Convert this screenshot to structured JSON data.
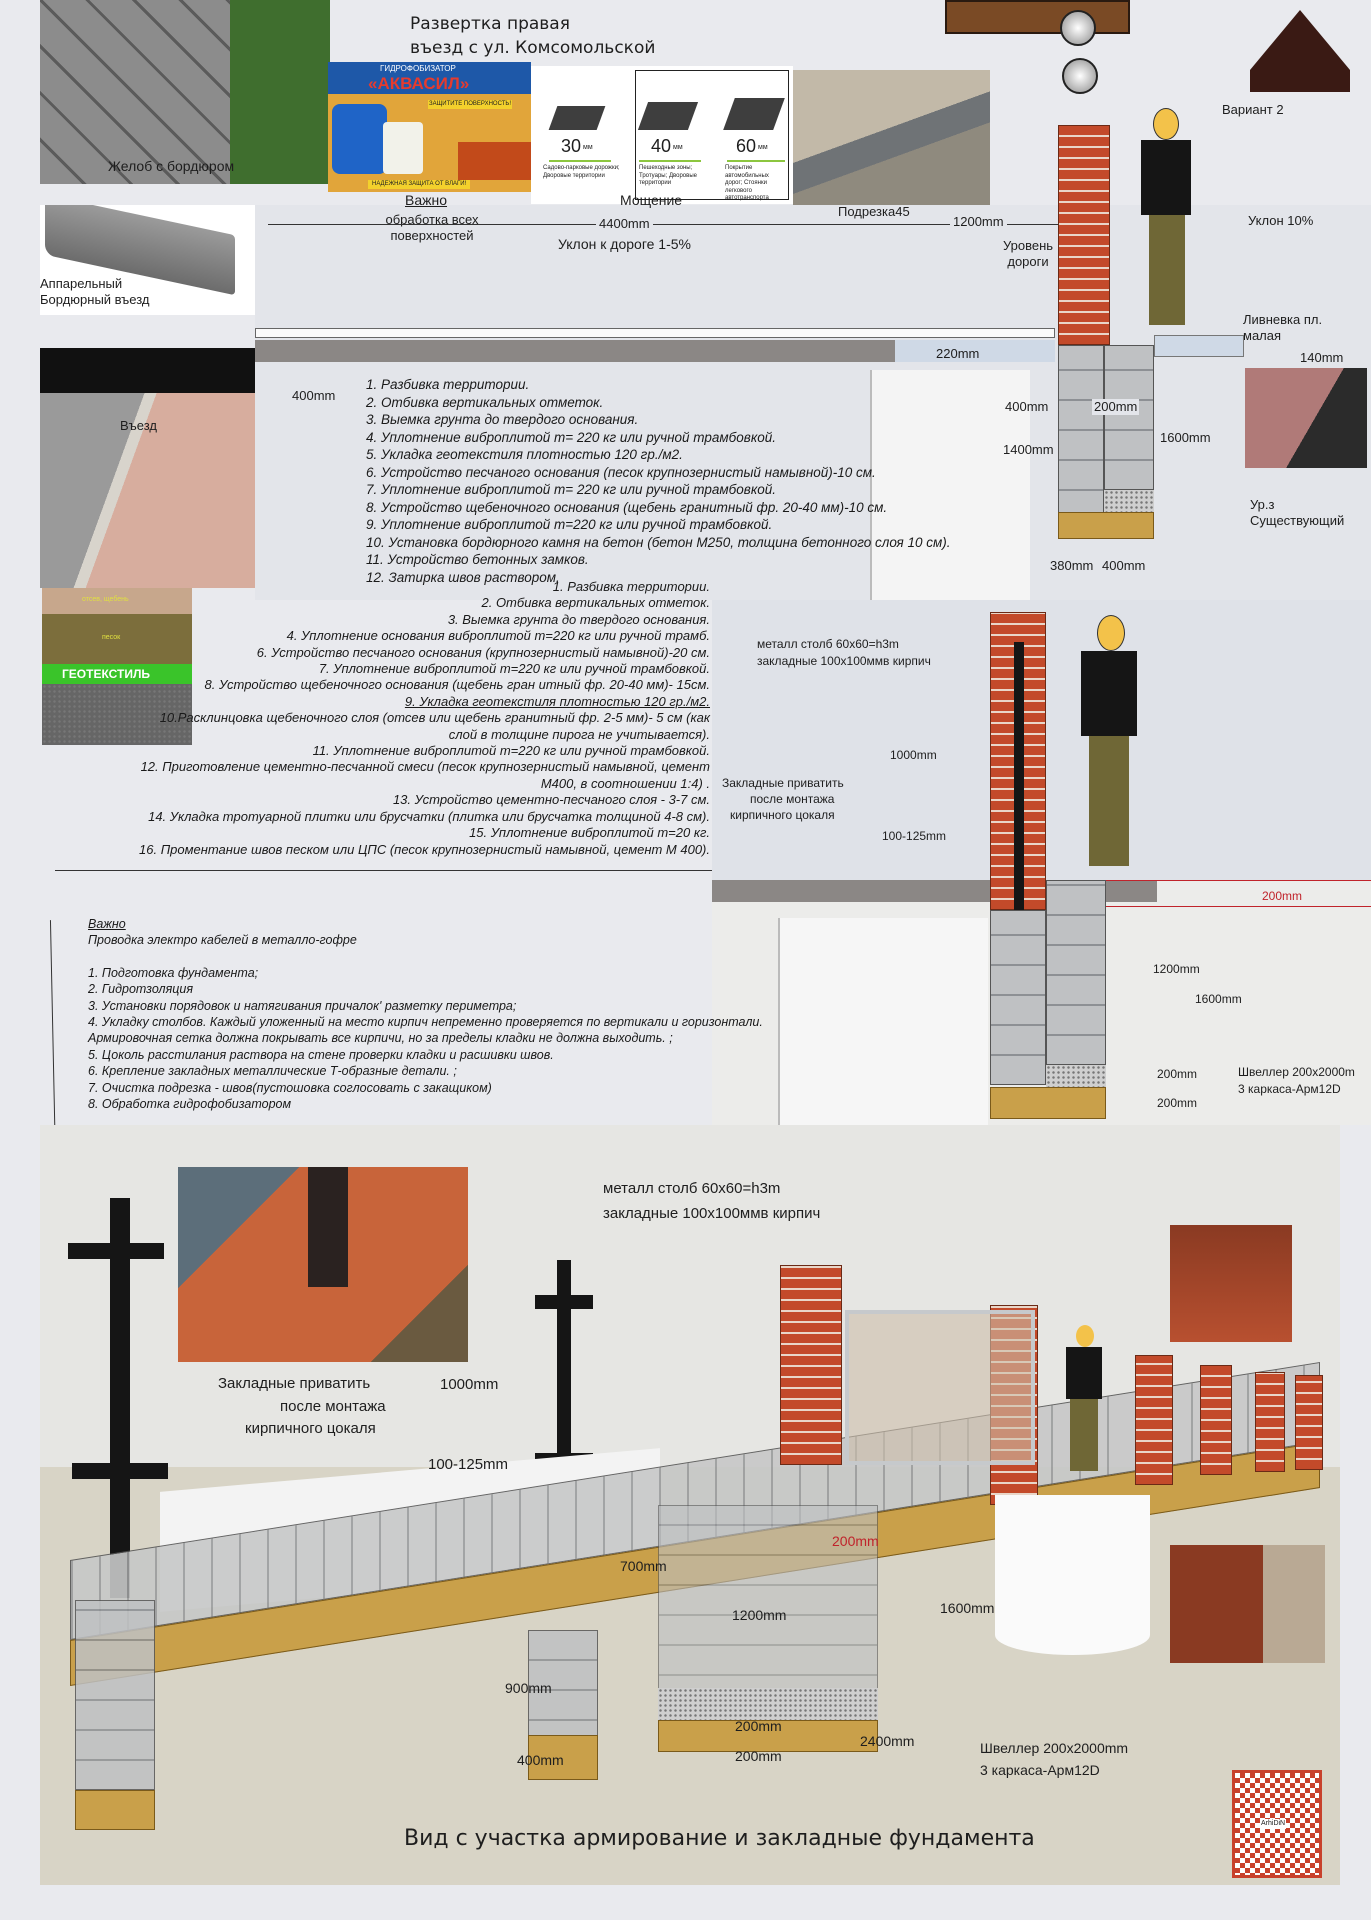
{
  "header": {
    "title_line1": "Развертка правая",
    "title_line2": "въезд с ул. Комсомольской",
    "variant": "Вариант 2"
  },
  "ad": {
    "brand_top": "ГИДРОФОБИЗАТОР",
    "brand": "«АКВАСИЛ»",
    "slogan": "ЗАЩИТИТЕ ПОВЕРХНОСТЬ!",
    "bottom": "НАДЕЖНАЯ ЗАЩИТА ОТ ВЛАГИ!"
  },
  "pavers": [
    {
      "thickness": "30",
      "unit": "мм",
      "use": "Садово-парковые дорожки; Дворовые территории"
    },
    {
      "thickness": "40",
      "unit": "мм",
      "use": "Пешеходные зоны; Тротуары; Дворовые территории"
    },
    {
      "thickness": "60",
      "unit": "мм",
      "use": "Покрытие автомобильных дорог; Стоянки легкового автотранспорта"
    }
  ],
  "labels": {
    "gutter": "Желоб с бордюром",
    "curb": "Аппарельный Бордюрный въезд",
    "entry": "Въезд",
    "important": "Важно",
    "treat": "обработка всех поверхностей",
    "paving": "Мощение",
    "trim": "Подрезка45",
    "slope_road": "Уклон к дороге 1-5%",
    "road_level": "Уровень дороги",
    "slope10": "Уклон 10%",
    "drain": "Ливневка пл. малая",
    "ground": "Ур.з Существующий",
    "geotextile": "ГЕОТЕКСТИЛЬ",
    "sand_label": "песок",
    "layer_label": "отсев, щебень",
    "post": "металл столб 60х60=h3m",
    "embeds": "закладные 100х100ммв кирпич",
    "weld1": "Закладные приватить",
    "weld2": "после монтажа",
    "weld3": "кирпичного цокаля",
    "channel1": "Швеллер 200х2000mm",
    "channel2": "3 каркаса-Арм12D",
    "channel1_mid": "Швеллер 200х2000m",
    "caption": "Вид с участка армирование и закладные фундамента",
    "qr_logo": "ArhiDiN"
  },
  "dims": {
    "d4400": "4400mm",
    "d1200": "1200mm",
    "d220": "220mm",
    "d400": "400mm",
    "d200": "200mm",
    "d1400": "1400mm",
    "d1600": "1600mm",
    "d140": "140mm",
    "d380": "380mm",
    "d1000": "1000mm",
    "d100_125": "100-125mm",
    "d700": "700mm",
    "d900": "900mm",
    "d2400": "2400mm"
  },
  "list1": [
    "1. Разбивка территории.",
    "2. Отбивка вертикальных отметок.",
    "3. Выемка грунта до твердого основания.",
    "4. Уплотнение виброплитой m= 220 кг или ручной трамбовкой.",
    "5. Укладка геотекстиля плотностью 120 гр./м2.",
    "6. Устройство песчаного основания (песок крупнозернистый намывной)-10 см.",
    "7. Уплотнение виброплитой m= 220 кг или ручной трамбовкой.",
    "8. Устройство щебеночного основания (щебень гранитный фр. 20-40 мм)-10 см.",
    "9. Уплотнение виброплитой m=220 кг или ручной трамбовкой.",
    "10. Установка бордюрного камня на бетон (бетон М250, толщина бетонного слоя 10 см).",
    "11. Устройство бетонных замков.",
    "12. Затирка швов раствором."
  ],
  "list2": [
    "1. Разбивка территории.",
    "2. Отбивка вертикальных отметок.",
    "3. Выемка грунта до твердого основания.",
    "4. Уплотнение основания виброплитой m=220 кг или ручной трамб.",
    "6. Устройство песчаного основания (крупнозернистый намывной)-20 см.",
    "7. Уплотнение виброплитой m=220 кг или ручной трамбовкой.",
    "8. Устройство щебеночного основания (щебень гран итный фр. 20-40 мм)- 15см.",
    "9. Укладка геотекстиля плотностью 120 гр./м2.",
    "10.Расклинцовка щебеночного слоя (отсев или щебень гранитный фр. 2-5 мм)- 5 см (как",
    "слой в толщине пирога не учитывается).",
    "11. Уплотнение виброплитой m=220 кг или ручной трамбовкой.",
    "12. Приготовление цементно-песчанной смеси (песок крупнозернистый намывной, цемент",
    "М400, в соотношении 1:4) .",
    "13. Устройство цементно-песчаного слоя - 3-7 см.",
    "14. Укладка тротуарной плитки или брусчатки (плитка или брусчатка толщиной 4-8 см).",
    "15. Уплотнение виброплитой m=20 кг.",
    "16. Проментание швов песком или ЦПС (песок крупнозернистый намывной, цемент М 400)."
  ],
  "list3": {
    "heading": "Важно",
    "subheading": "Проводка электро кабелей в металло-гофре",
    "items": [
      "1. Подготовка фундамента;",
      "2. Гидротзоляция",
      "3. Установки порядовок и натягивания причалок' разметку периметра;",
      "4. Укладку столбов. Каждый уложенный на место кирпич непременно проверяется по вертикали и горизонтали.",
      "Армировочная сетка должна покрывать все кирпичи, но за пределы кладки не должна выходить. ;",
      "5. Цоколь расстилания раствора на стене проверки   кладки и расшивки швов.",
      "6. Крепление закладных  металлические Т-образные детали. ;",
      "7. Очистка подрезка - швов(пустошовка соглосовать с закащиком)",
      "8. Обработка гидрофобизатором"
    ]
  },
  "colors": {
    "brick": "#c34a2a",
    "sand": "#c9a04a",
    "accent_red": "#c0232b",
    "paper": "#e9eaee",
    "beige": "#dcd8cc"
  }
}
